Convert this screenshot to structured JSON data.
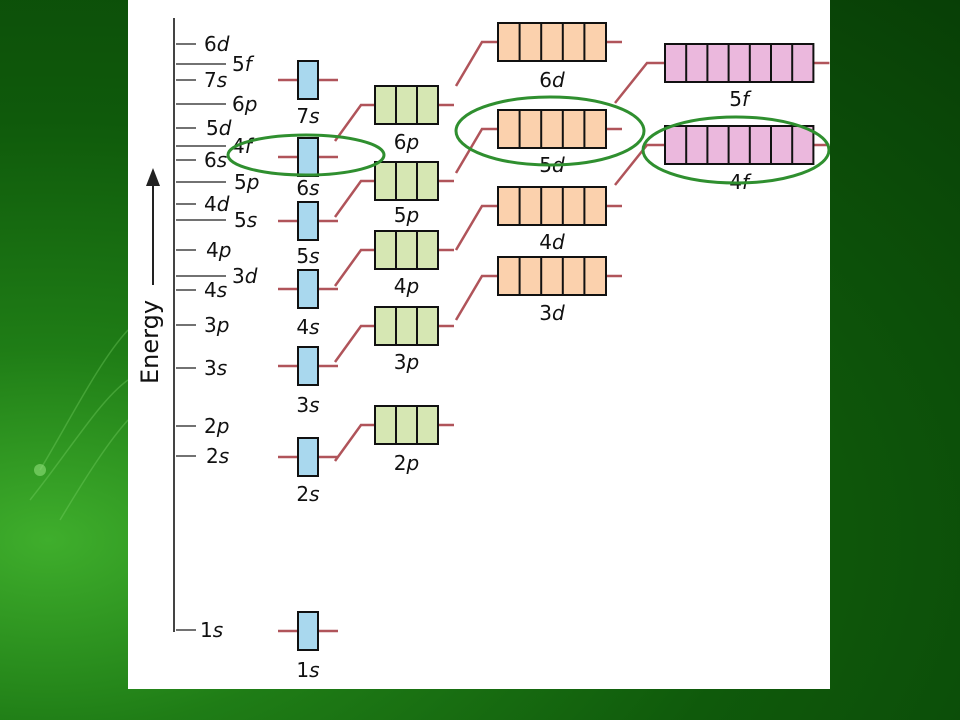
{
  "colors": {
    "background": "#0f5a0b",
    "panel": "#ffffff",
    "connector": "#b0545a",
    "s_box": "#a9d8ee",
    "p_box": "#d6e7b3",
    "d_box": "#fbd1ad",
    "f_box": "#ebb8dd",
    "highlight": "#2f8f2f"
  },
  "axis": {
    "title": "Energy",
    "levels": [
      {
        "n": "6",
        "l": "d"
      },
      {
        "n": "5",
        "l": "f"
      },
      {
        "n": "7",
        "l": "s"
      },
      {
        "n": "6",
        "l": "p"
      },
      {
        "n": "5",
        "l": "d"
      },
      {
        "n": "4",
        "l": "f"
      },
      {
        "n": "6",
        "l": "s"
      },
      {
        "n": "5",
        "l": "p"
      },
      {
        "n": "4",
        "l": "d"
      },
      {
        "n": "5",
        "l": "s"
      },
      {
        "n": "4",
        "l": "p"
      },
      {
        "n": "3",
        "l": "d"
      },
      {
        "n": "4",
        "l": "s"
      },
      {
        "n": "3",
        "l": "p"
      },
      {
        "n": "3",
        "l": "s"
      },
      {
        "n": "2",
        "l": "p"
      },
      {
        "n": "2",
        "l": "s"
      },
      {
        "n": "1",
        "l": "s"
      }
    ]
  },
  "orbitals": {
    "s": [
      {
        "n": "1",
        "l": "s"
      },
      {
        "n": "2",
        "l": "s"
      },
      {
        "n": "3",
        "l": "s"
      },
      {
        "n": "4",
        "l": "s"
      },
      {
        "n": "5",
        "l": "s"
      },
      {
        "n": "6",
        "l": "s"
      },
      {
        "n": "7",
        "l": "s"
      }
    ],
    "p": [
      {
        "n": "2",
        "l": "p"
      },
      {
        "n": "3",
        "l": "p"
      },
      {
        "n": "4",
        "l": "p"
      },
      {
        "n": "5",
        "l": "p"
      },
      {
        "n": "6",
        "l": "p"
      }
    ],
    "d": [
      {
        "n": "3",
        "l": "d"
      },
      {
        "n": "4",
        "l": "d"
      },
      {
        "n": "5",
        "l": "d"
      },
      {
        "n": "6",
        "l": "d"
      }
    ],
    "f": [
      {
        "n": "4",
        "l": "f"
      },
      {
        "n": "5",
        "l": "f"
      }
    ]
  },
  "highlights": [
    "6s",
    "5d",
    "4f"
  ]
}
